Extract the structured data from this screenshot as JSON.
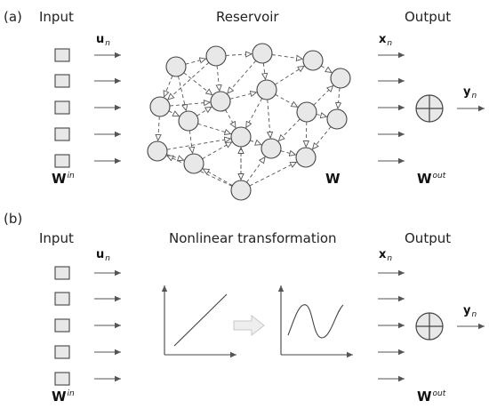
{
  "panel_a": {
    "tag": "(a)",
    "input_title": "Input",
    "reservoir_title": "Reservoir",
    "output_title": "Output",
    "u_base": "u",
    "u_sub": "n",
    "x_base": "x",
    "x_sub": "n",
    "y_base": "y",
    "y_sub": "n",
    "w_in_base": "W",
    "w_in_sup": "in",
    "w_base": "W",
    "w_out_base": "W",
    "w_out_sup": "out"
  },
  "panel_b": {
    "tag": "(b)",
    "input_title": "Input",
    "transform_title": "Nonlinear transformation",
    "output_title": "Output",
    "u_base": "u",
    "u_sub": "n",
    "x_base": "x",
    "x_sub": "n",
    "y_base": "y",
    "y_sub": "n",
    "w_in_base": "W",
    "w_in_sup": "in",
    "w_out_base": "W",
    "w_out_sup": "out"
  },
  "colors": {
    "node_fill": "#e8e8e8",
    "stroke": "#444444",
    "arrow_gray": "#cccccc"
  }
}
